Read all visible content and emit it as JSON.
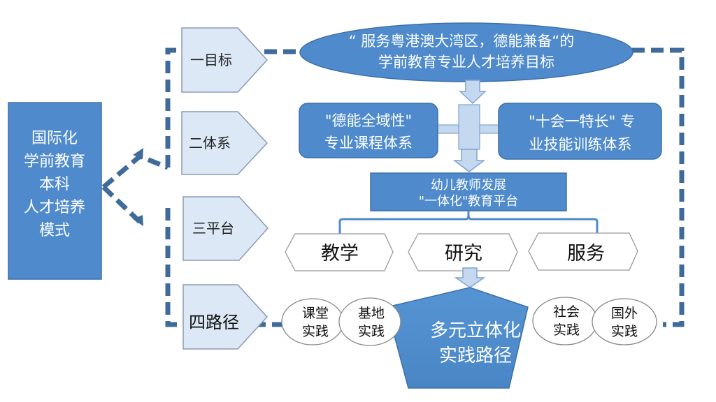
{
  "colors": {
    "primary_blue": "#4f8bcc",
    "dark_border": "#3d6fa8",
    "dash_line": "#3f6a9a",
    "light_blue": "#dce8f6",
    "arrow_fill": "#c4d9f0",
    "arrow_stroke": "#7ea3cf"
  },
  "root": {
    "lines": [
      "国际化",
      "学前教育",
      "本科",
      "人才培养",
      "模式"
    ]
  },
  "stages": [
    {
      "label": "一目标"
    },
    {
      "label": "二体系"
    },
    {
      "label": "三平台"
    },
    {
      "label": "四路径"
    }
  ],
  "goal": {
    "line1": "“ 服务粤港澳大湾区，德能兼备“的",
    "line2": "学前教育专业人才培养目标"
  },
  "systems": {
    "left": {
      "line1": "\"德能全域性\"",
      "line2": "专业课程体系"
    },
    "right": {
      "line1": "\"十会一特长\"  专",
      "line2": "业技能训练体系"
    }
  },
  "platform": {
    "line1": "幼儿教师发展",
    "line2": "\"一体化\"教育平台",
    "items": [
      {
        "label": "教学"
      },
      {
        "label": "研究"
      },
      {
        "label": "服务"
      }
    ]
  },
  "path": {
    "center_line1": "多元立体化",
    "center_line2": "实践路径",
    "practices": [
      {
        "line1": "课堂",
        "line2": "实践"
      },
      {
        "line1": "基地",
        "line2": "实践"
      },
      {
        "line1": "社会",
        "line2": "实践"
      },
      {
        "line1": "国外",
        "line2": "实践"
      }
    ]
  }
}
